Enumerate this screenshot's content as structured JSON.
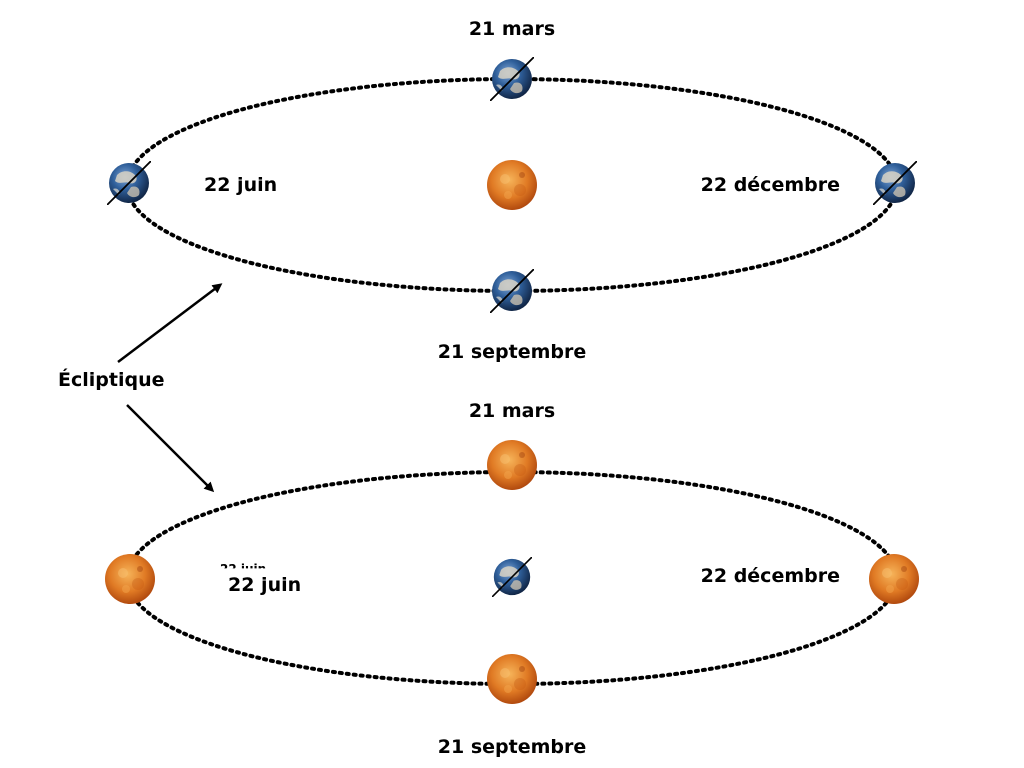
{
  "ecliptic_label": "Écliptique",
  "heliocentric": {
    "top_label": "21 mars",
    "bottom_label": "21 septembre",
    "left_label": "22 juin",
    "right_label": "22 décembre",
    "center_body": "sun-icon",
    "orbiting_body": "earth-icon"
  },
  "geocentric": {
    "top_label": "21 mars",
    "bottom_label": "21 septembre",
    "left_label": "22 juin",
    "left_label_shadow": "22 juin",
    "right_label": "22 décembre",
    "center_body": "earth-icon",
    "orbiting_body": "sun-icon"
  },
  "colors": {
    "orbit": "#000000",
    "earth_ocean": "#2f5f9a",
    "earth_land": "#d8d2c4",
    "sun_core": "#f0a040",
    "sun_edge": "#b84a0c"
  }
}
